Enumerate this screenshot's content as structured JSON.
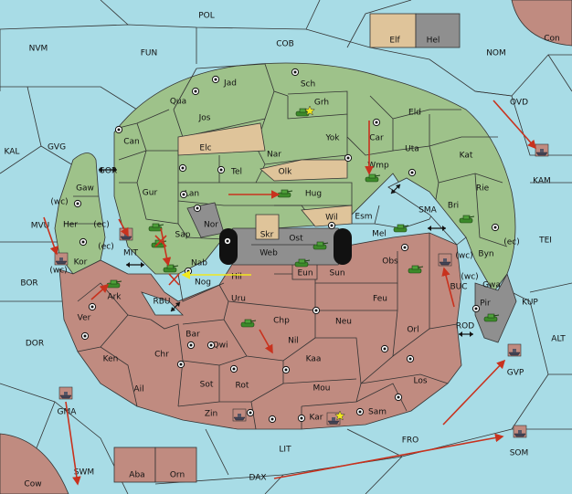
{
  "colors": {
    "sea": "#a8dce6",
    "green": "#9ec28a",
    "tan": "#dfc49a",
    "red": "#c08b80",
    "grey": "#8f8f8f",
    "order": "#c8321e",
    "support": "#f0e81e"
  },
  "regions": {
    "pol": "POL",
    "nvm": "NVM",
    "fun": "FUN",
    "cob": "COB",
    "nom": "NOM",
    "con": "Con",
    "elf": "Elf",
    "hel": "Hel",
    "ovd": "OVD",
    "kal": "KAL",
    "gvg": "GVG",
    "mvu": "MVU",
    "bor": "BOR",
    "dor": "DOR",
    "gma": "GMA",
    "cow": "Cow",
    "swm": "SWM",
    "aba": "Aba",
    "orn": "Orn",
    "dax": "DAX",
    "lit": "LIT",
    "fro": "FRO",
    "som": "SOM",
    "gvp": "GVP",
    "alt": "ALT",
    "kup": "KUP",
    "tei": "TEI",
    "kam": "KAM",
    "rod": "ROD",
    "buc": "BUC",
    "sma": "SMA",
    "rbu": "RBU",
    "mit": "MIT",
    "gor": "GOR",
    "jad": "Jad",
    "sch": "Sch",
    "qua": "Qua",
    "jos": "Jos",
    "grh": "Grh",
    "can": "Can",
    "elc": "Elc",
    "nar": "Nar",
    "yok": "Yok",
    "car": "Car",
    "eld": "Eld",
    "uta": "Uta",
    "kat": "Kat",
    "wmp": "Wmp",
    "tel": "Tel",
    "olk": "Olk",
    "gaw": "Gaw",
    "gur": "Gur",
    "lan": "Lan",
    "hug": "Hug",
    "rie": "Rie",
    "bri": "Bri",
    "her": "Her",
    "nor": "Nor",
    "wil": "Wil",
    "esm": "Esm",
    "skr": "Skr",
    "ost": "Ost",
    "web": "Web",
    "mel": "Mel",
    "sap": "Sap",
    "kor": "Kor",
    "byn": "Byn",
    "nab": "Nab",
    "hil": "Hil",
    "eun": "Eun",
    "sun": "Sun",
    "obs": "Obs",
    "gwa": "Gwa",
    "nog": "Nog",
    "ark": "Ark",
    "uru": "Uru",
    "feu": "Feu",
    "pir": "Pir",
    "ver": "Ver",
    "chp": "Chp",
    "neu": "Neu",
    "orl": "Orl",
    "bar": "Bar",
    "qwi": "Qwi",
    "nil": "Nil",
    "ken": "Ken",
    "chr": "Chr",
    "kaa": "Kaa",
    "ail": "Ail",
    "sot": "Sot",
    "rot": "Rot",
    "mou": "Mou",
    "los": "Los",
    "zin": "Zin",
    "kar": "Kar",
    "sam": "Sam"
  },
  "coast_tags": {
    "wc1": "(wc)",
    "wc2": "(wc)",
    "ec1": "(ec)",
    "ec2": "(ec)",
    "wc3": "(wc)",
    "wc4": "(wc)",
    "ec3": "(ec)"
  },
  "units": {
    "army_icon": "tank-icon",
    "fleet_icon": "ship-icon",
    "supply_center_icon": "supply-center-icon",
    "star_icon": "star-icon"
  }
}
